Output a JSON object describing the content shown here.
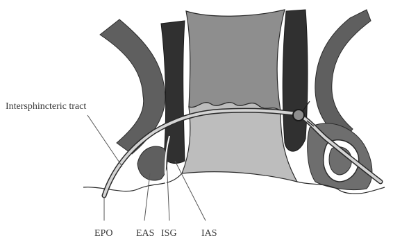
{
  "labels": {
    "intersphincteric_tract": "Intersphincteric tract",
    "epo": "EPO",
    "eas": "EAS",
    "isg": "ISG",
    "ias": "IAS"
  },
  "colors": {
    "external_sphincter": "#5f5f5f",
    "internal_sphincter": "#303030",
    "rectal_lumen": "#8e8e8e",
    "anal_canal": "#bdbdbd",
    "outline": "#2a2a2a"
  }
}
